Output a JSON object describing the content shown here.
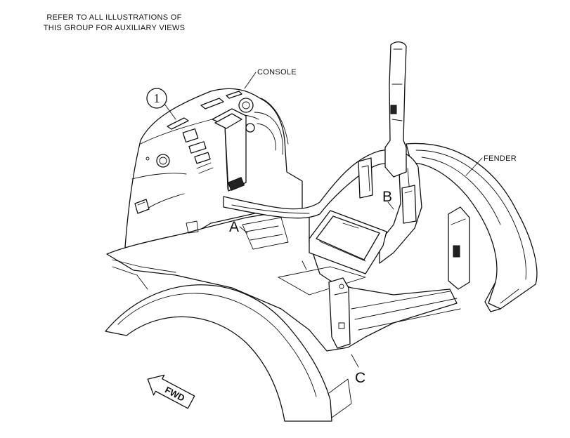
{
  "header_note": {
    "line1": "REFER TO ALL ILLUSTRATIONS OF",
    "line2": "THIS GROUP FOR AUXILIARY VIEWS"
  },
  "callouts": {
    "console": "CONSOLE",
    "fender": "FENDER",
    "item_1": "1",
    "view_a": "A",
    "view_b": "B",
    "view_c": "C"
  },
  "forward_arrow": {
    "label": "FWD"
  }
}
